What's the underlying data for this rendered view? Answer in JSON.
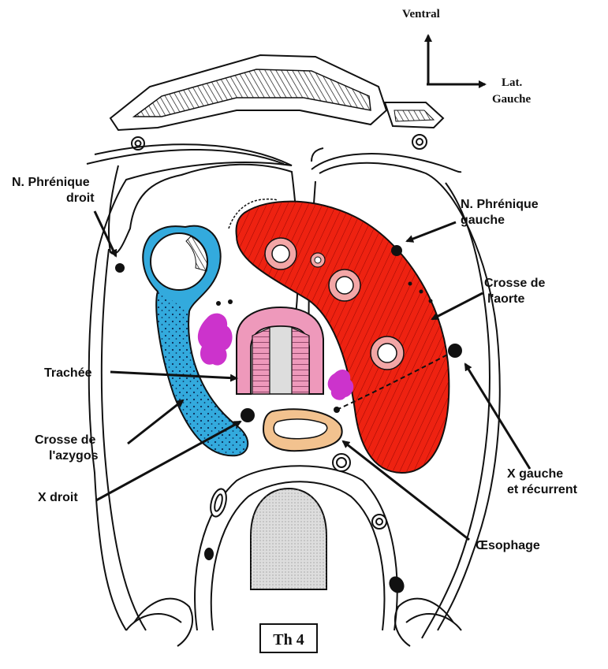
{
  "orientation": {
    "up_label": "Ventral",
    "right_label_line1": "Lat.",
    "right_label_line2": "Gauche"
  },
  "labels": {
    "phrenic_right_line1": "N. Phrénique",
    "phrenic_right_line2": "droit",
    "phrenic_left_line1": "N. Phrénique",
    "phrenic_left_line2": "gauche",
    "aortic_arch_line1": "Crosse de",
    "aortic_arch_line2": "l'aorte",
    "trachea": "Trachée",
    "azygos_arch_line1": "Crosse de",
    "azygos_arch_line2": "l'azygos",
    "vagus_right": "X droit",
    "vagus_left_line1": "X gauche",
    "vagus_left_line2": "et récurrent",
    "esophagus": "Œsophage",
    "level": "Th 4"
  },
  "colors": {
    "aorta": "#ee2211",
    "azygos": "#33aadd",
    "trachea": "#ee99bb",
    "lymph_nodes": "#cc33cc",
    "esophagus": "#f2c28f",
    "vertebra": "#dddddd"
  }
}
